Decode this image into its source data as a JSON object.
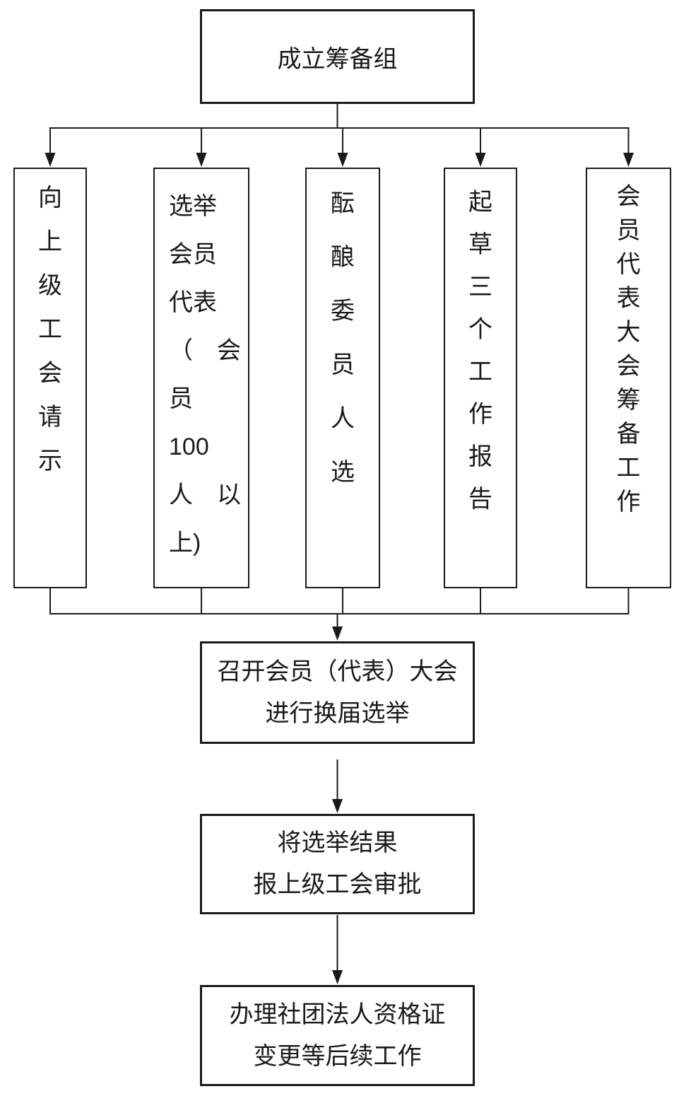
{
  "diagram": {
    "title_box": {
      "text": "成立筹备组"
    },
    "branch_boxes": [
      {
        "text": "向上级工会请示",
        "lines": [
          "向",
          "上",
          "级",
          "工",
          "会",
          "请",
          "示"
        ]
      },
      {
        "text": "选举会员代表（会员100人以上)",
        "lines": [
          "选举",
          "会员",
          "代表",
          "（　会",
          "员",
          "100",
          "人　以",
          "上)"
        ]
      },
      {
        "text": "酝酿委员人选",
        "lines": [
          "酝",
          "酿",
          "委",
          "员",
          "人",
          "选"
        ]
      },
      {
        "text": "起草三个工作报告",
        "lines": [
          "起",
          "草",
          "三",
          "个",
          "工",
          "作",
          "报",
          "告"
        ]
      },
      {
        "text": "会员代表大会筹备工作",
        "lines": [
          "会",
          "员",
          "代",
          "表",
          "大",
          "会",
          "筹",
          "备",
          "工",
          "作"
        ]
      }
    ],
    "sequence_boxes": [
      {
        "text": "召开会员（代表）大会进行换届选举",
        "lines": [
          "召开会员（代表）大会",
          "进行换届选举"
        ]
      },
      {
        "text": "将选举结果报上级工会审批",
        "lines": [
          "将选举结果",
          "报上级工会审批"
        ]
      },
      {
        "text": "办理社团法人资格证变更等后续工作",
        "lines": [
          "办理社团法人资格证",
          "变更等后续工作"
        ]
      }
    ],
    "colors": {
      "background": "#ffffff",
      "border": "#1a1a1a",
      "text": "#1a1a1a"
    }
  }
}
